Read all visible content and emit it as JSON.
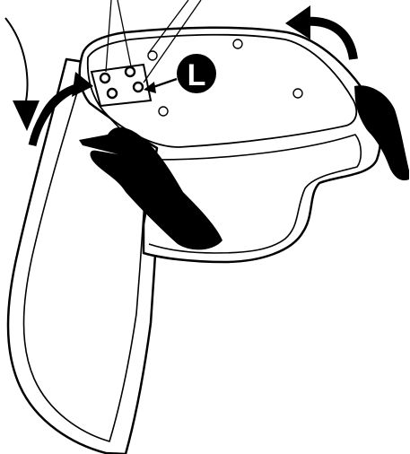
{
  "diagram": {
    "callout_letter": "L",
    "colors": {
      "ink": "#000000",
      "paper": "#ffffff"
    },
    "parts": {
      "mounting_holes_in_bracket": 4,
      "other_holes": 4
    },
    "icons": [
      "curved-arrow-icon",
      "hand-icon",
      "callout-arrow-icon"
    ]
  }
}
